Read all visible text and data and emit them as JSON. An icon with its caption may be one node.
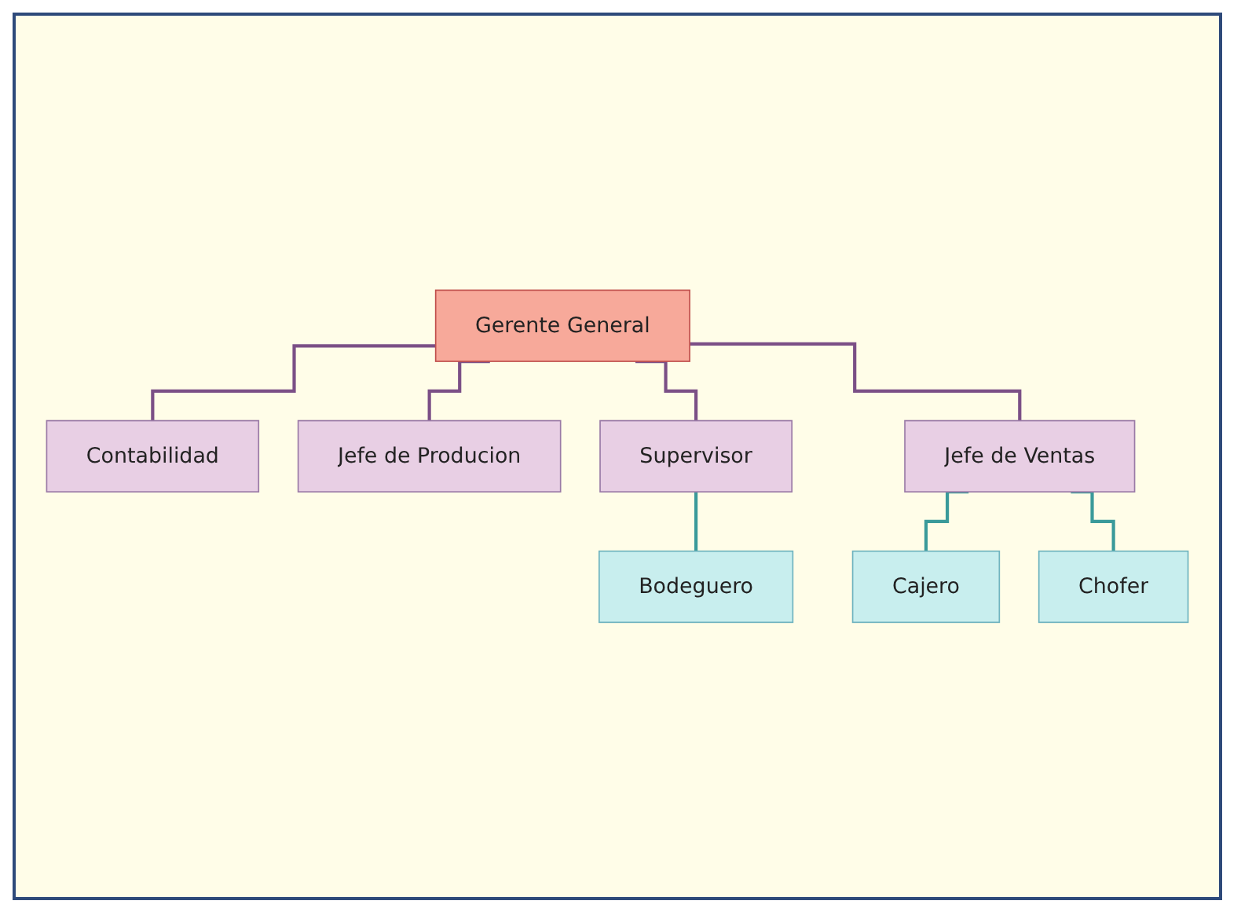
{
  "diagram": {
    "nodes": [
      {
        "text": [
          "Gerente General"
        ]
      },
      {
        "text": [
          "Contabilidad"
        ]
      },
      {
        "text": [
          "Jefe de Producion"
        ]
      },
      {
        "text": [
          "Supervisor"
        ]
      },
      {
        "text": [
          "Jefe de Ventas"
        ]
      },
      {
        "text": [
          "Bodeguero"
        ]
      },
      {
        "text": [
          "Cajero"
        ]
      },
      {
        "text": [
          "Chofer"
        ]
      }
    ],
    "edges": [
      {
        "from": 0,
        "to": 1,
        "arrow": "none"
      },
      {
        "from": 0,
        "to": 2,
        "arrow": "none"
      },
      {
        "from": 0,
        "to": 3,
        "arrow": "none"
      },
      {
        "from": 0,
        "to": 4,
        "arrow": "none"
      },
      {
        "from": 3,
        "to": 5,
        "arrow": "none",
        "color": "#3a9a9a"
      },
      {
        "from": 4,
        "to": 6,
        "arrow": "none",
        "color": "#3a9a9a"
      },
      {
        "from": 4,
        "to": 7,
        "arrow": "none",
        "color": "#3a9a9a"
      }
    ]
  }
}
